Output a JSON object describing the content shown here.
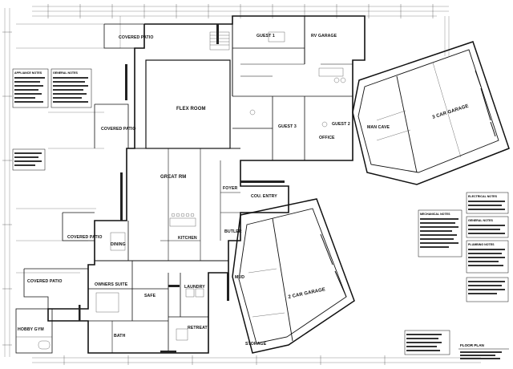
{
  "rooms": {
    "covered_patio_top": "COVERED PATIO",
    "guest_1": "GUEST 1",
    "rv_garage": "RV GARAGE",
    "flex_room": "FLEX ROOM",
    "covered_patio_left": "COVERED PATIO",
    "guest_3": "GUEST 3",
    "office": "OFFICE",
    "guest_2": "GUEST 2",
    "man_cave": "MAN CAVE",
    "three_car_garage": "3 CAR GARAGE",
    "great_rm": "GREAT RM",
    "foyer": "FOYER",
    "court_entry": "COU. ENTRY",
    "covered_patio_mid": "COVERED PATIO",
    "kitchen": "KITCHEN",
    "butler": "BUTLER",
    "dining": "DINING",
    "covered_patio_bottom": "COVERED PATIO",
    "owners_suite": "OWNERS SUITE",
    "safe": "SAFE",
    "laundry": "LAUNDRY",
    "mud": "MUD",
    "two_car_garage": "2 CAR GARAGE",
    "retreat": "RETREAT",
    "storage": "STORAGE",
    "hobby_gym": "HOBBY GYM",
    "bath": "BATH"
  },
  "notes": {
    "appliance_note": "APPLIANCE NOTES",
    "general_notes_left": "GENERAL NOTES",
    "general_notes_right": "GENERAL NOTES",
    "mechanical_notes": "MECHANICAL NOTES",
    "electrical_notes": "ELECTRICAL NOTES",
    "plumbing_notes": "PLUMBING NOTES"
  },
  "title_block": {
    "sheet_title": "FLOOR PLAN"
  }
}
